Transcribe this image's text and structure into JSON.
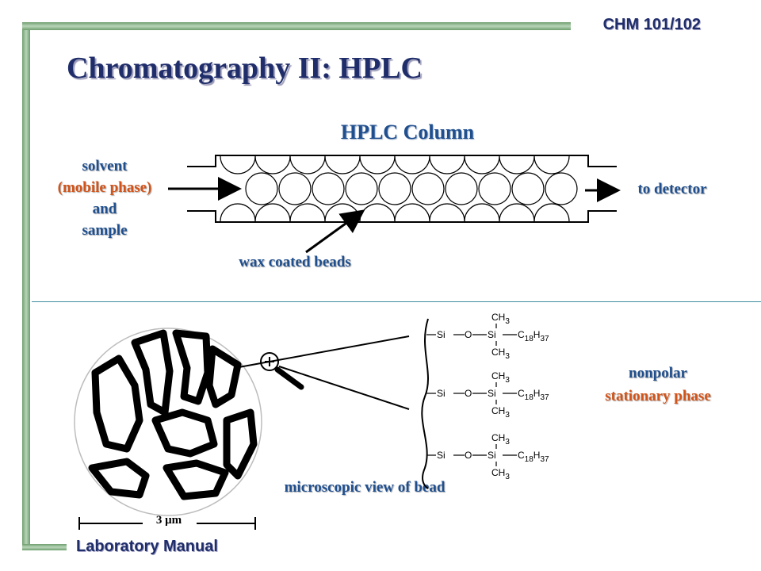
{
  "header": {
    "course": "CHM 101/102",
    "title": "Chromatography II: HPLC"
  },
  "footer": {
    "text": "Laboratory Manual"
  },
  "column": {
    "title": "HPLC Column",
    "solvent_lines": [
      "solvent",
      "(mobile phase)",
      "and",
      "sample"
    ],
    "detector": "to detector",
    "beads_label": "wax coated beads"
  },
  "bead": {
    "label": "microscopic view of bead",
    "scale": "3 μm"
  },
  "phase": {
    "line1": "nonpolar",
    "line2": "stationary phase"
  },
  "chem": {
    "si": "Si",
    "o": "O",
    "ch3": "CH",
    "three": "3",
    "c18": "C",
    "c18_sub": "18",
    "h37": "H",
    "h37_sub": "37"
  },
  "colors": {
    "title": "#1f2d6a",
    "blue_label": "#1f4f8f",
    "orange_label": "#d2541a",
    "accent": "#6f9e6f"
  },
  "icons": {
    "magnifier": "magnifier-icon"
  }
}
